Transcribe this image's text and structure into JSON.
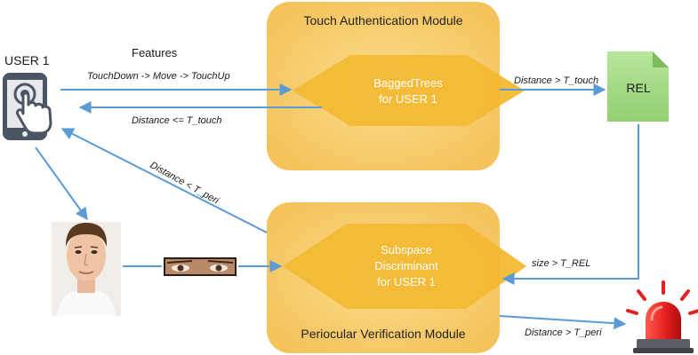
{
  "user_label": "USER 1",
  "features_label": "Features",
  "touch_module": {
    "title": "Touch Authentication Module",
    "classifier_line1": "BaggedTrees",
    "classifier_line2": "for USER 1"
  },
  "periocular_module": {
    "title": "Periocular Verification Module",
    "classifier_line1": "Subspace",
    "classifier_line2": "Discriminant",
    "classifier_line3": "for USER 1"
  },
  "rel_label": "REL",
  "edges": {
    "touch_sequence": "TouchDown -> Move -> TouchUp",
    "touch_accept": "Distance <= T_touch",
    "touch_reject": "Distance > T_touch",
    "peri_accept": "Distance < T_peri",
    "size_rel": "size > T_REL",
    "peri_reject": "Distance > T_peri"
  },
  "icons": {
    "phone": "smartphone-touch-icon",
    "face": "face-photo",
    "eyes": "eye-region-crop",
    "alarm": "alarm-siren-icon"
  },
  "colors": {
    "module_fill": "#f7cf74",
    "diamond_fill": "#f5be3a",
    "rel_fill": "#a6dc88",
    "arrow": "#5b9bd5",
    "alarm_red": "#e02222"
  }
}
